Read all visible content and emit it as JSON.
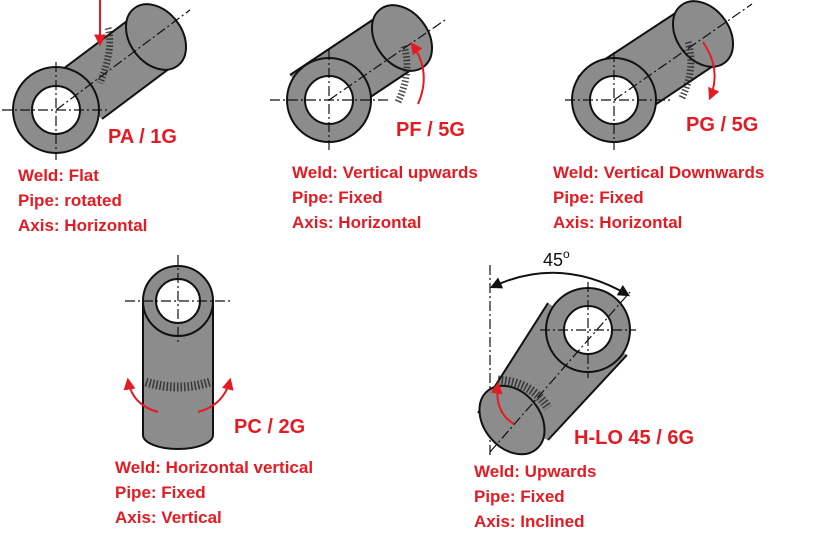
{
  "positions": [
    {
      "code": "PA / 1G",
      "weld": "Weld: Flat",
      "pipe": "Pipe: rotated",
      "axis": "Axis: Horizontal"
    },
    {
      "code": "PF / 5G",
      "weld": "Weld: Vertical upwards",
      "pipe": "Pipe: Fixed",
      "axis": "Axis: Horizontal"
    },
    {
      "code": "PG / 5G",
      "weld": "Weld: Vertical Downwards",
      "pipe": "Pipe: Fixed",
      "axis": "Axis: Horizontal"
    },
    {
      "code": "PC / 2G",
      "weld": "Weld: Horizontal vertical",
      "pipe": "Pipe: Fixed",
      "axis": "Axis: Vertical"
    },
    {
      "code": "H-LO 45 / 6G",
      "weld": "Weld: Upwards",
      "pipe": "Pipe: Fixed",
      "axis": "Axis: Inclined"
    }
  ],
  "angle": {
    "value": "45",
    "unit": "o"
  },
  "colors": {
    "label": "#e41b22",
    "pipe_fill": "#8c8c8c",
    "pipe_bore": "#ffffff",
    "outline": "#111111",
    "arrow": "#e41b22"
  }
}
